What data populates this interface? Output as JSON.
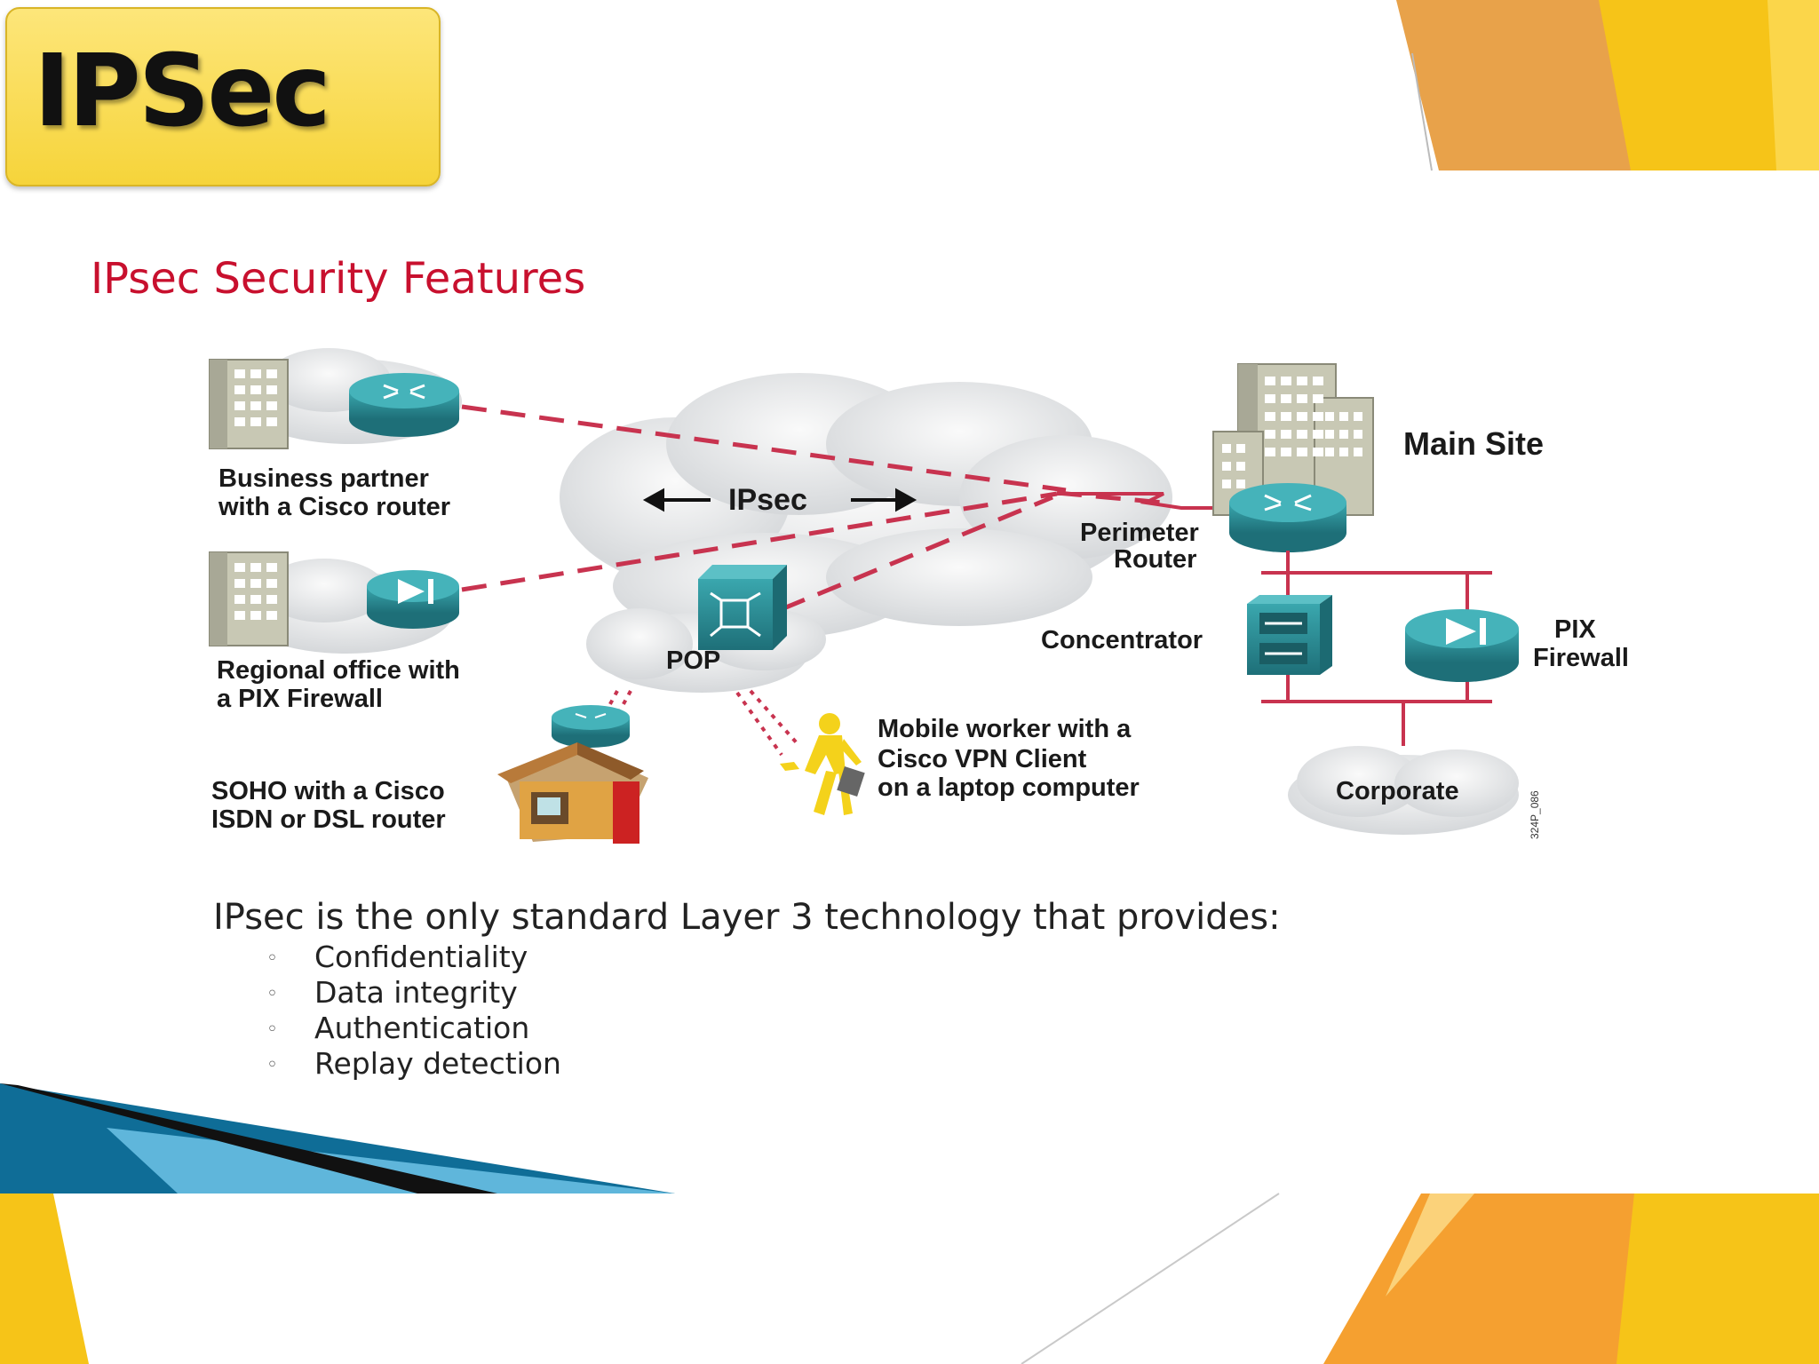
{
  "slide": {
    "title": "IPSec",
    "accent_yellow": "#f6c915",
    "accent_orange": "#f5a030",
    "accent_blue": "#1e7fae"
  },
  "diagram": {
    "heading": "IPsec Security Features",
    "cloud_label": "IPsec",
    "labels": {
      "business_partner_1": "Business partner",
      "business_partner_2": "with a Cisco router",
      "regional_office_1": "Regional office with",
      "regional_office_2": "a PIX Firewall",
      "soho_1": "SOHO with a Cisco",
      "soho_2": "ISDN or DSL router",
      "pop": "POP",
      "mobile_1": "Mobile worker with a",
      "mobile_2": "Cisco VPN Client",
      "mobile_3": "on a laptop computer",
      "main_site": "Main Site",
      "perimeter_1": "Perimeter",
      "perimeter_2": "Router",
      "concentrator": "Concentrator",
      "pix_1": "PIX",
      "pix_2": "Firewall",
      "corporate": "Corporate",
      "figure_code": "324P_086"
    },
    "colors": {
      "vpn_line": "#c8334f",
      "device_teal": "#2a8a93",
      "heading_red": "#c8102e"
    }
  },
  "body": {
    "intro": "IPsec is the only standard Layer 3 technology that provides:",
    "bullet_glyph": "◦",
    "features": [
      "Confidentiality",
      "Data integrity",
      "Authentication",
      "Replay detection"
    ]
  }
}
